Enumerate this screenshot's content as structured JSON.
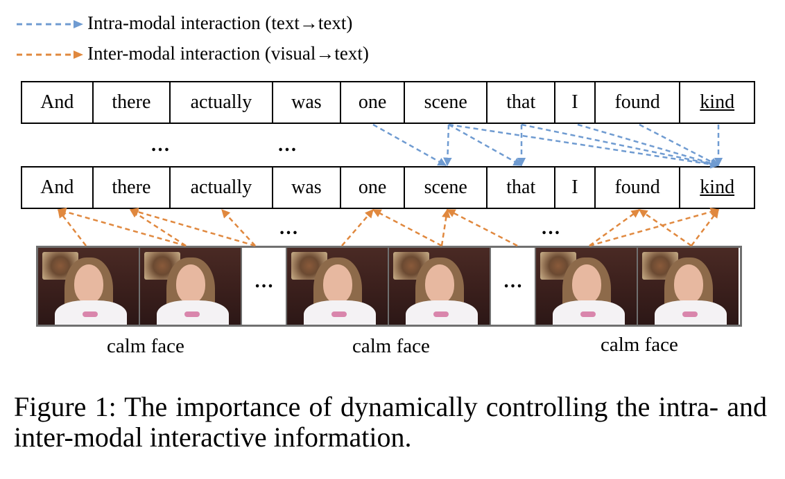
{
  "legend": {
    "intra": {
      "label": "Intra-modal interaction (text→text)",
      "color": "#6f9bd1"
    },
    "inter": {
      "label": "Inter-modal interaction (visual→text)",
      "color": "#e0883e"
    }
  },
  "tokens": [
    "And",
    "there",
    "actually",
    "was",
    "one",
    "scene",
    "that",
    "I",
    "found",
    "kind"
  ],
  "underlined_token": "kind",
  "ellipsis": "…",
  "frame_labels": [
    "calm face",
    "calm face",
    "calm face"
  ],
  "caption": "Figure 1: The importance of dynamically controlling the intra- and inter-modal interactive information."
}
